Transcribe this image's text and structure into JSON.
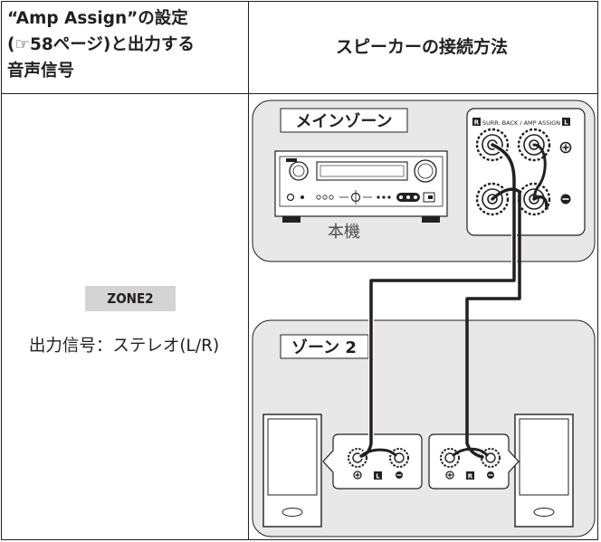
{
  "header": {
    "left_lines": [
      "“Amp Assign”の設定",
      "(☞58ページ)と出力する",
      "音声信号"
    ],
    "right": "スピーカーの接続方法"
  },
  "left_cell": {
    "zone_label": "ZONE2",
    "output_signal": "出力信号：ステレオ(L/R)"
  },
  "diagram": {
    "main_zone_label": "メインゾーン",
    "unit_label": "本機",
    "terminal_label": "SURR. BACK / AMP ASSIGN",
    "terminal_left_badge": "R",
    "terminal_right_badge": "L",
    "zone2_label": "ゾーン 2",
    "left_speaker_badge": "L",
    "right_speaker_badge": "R",
    "colors": {
      "panel": "#e8e8e8",
      "stroke": "#231f20",
      "badge": "#d4d4d4"
    }
  }
}
